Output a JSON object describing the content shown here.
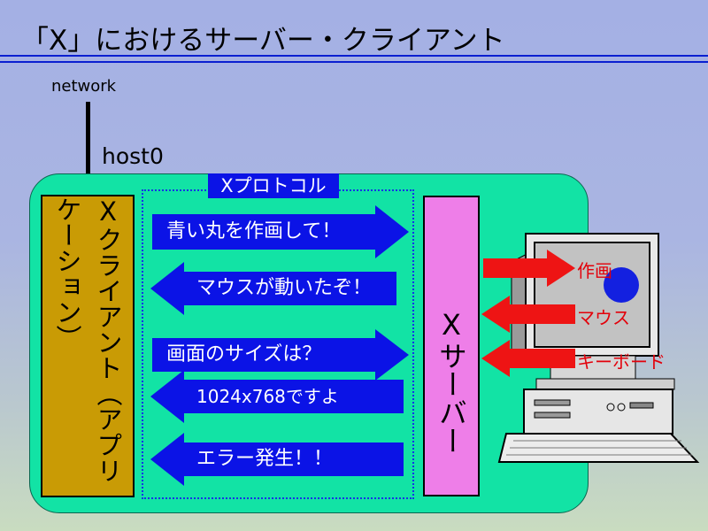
{
  "slide_title": "「X」におけるサーバー・クライアント",
  "network_label": "network",
  "host_label": "host0",
  "client": {
    "label": "Xクライアント（アプリケーション）",
    "color": "#c99b05"
  },
  "protocol_label": "Xプロトコル",
  "server": {
    "label": "Xサーバー",
    "color": "#ee7ee8"
  },
  "messages": [
    {
      "text": "青い丸を作画して！",
      "direction": "right"
    },
    {
      "text": "マウスが動いたぞ！",
      "direction": "left"
    },
    {
      "text": "画面のサイズは？",
      "direction": "right"
    },
    {
      "text": "1024x768ですよ",
      "direction": "left"
    },
    {
      "text": "エラー発生！！",
      "direction": "left"
    }
  ],
  "devices": [
    {
      "text": "作画",
      "direction": "out"
    },
    {
      "text": "マウス",
      "direction": "in"
    },
    {
      "text": "キーボード",
      "direction": "in"
    }
  ],
  "colors": {
    "host_bg": "#12e3a5",
    "arrow_blue": "#0b13e6",
    "arrow_red": "#ee1414",
    "device_text": "#e3000a",
    "circle": "#1320e0"
  }
}
